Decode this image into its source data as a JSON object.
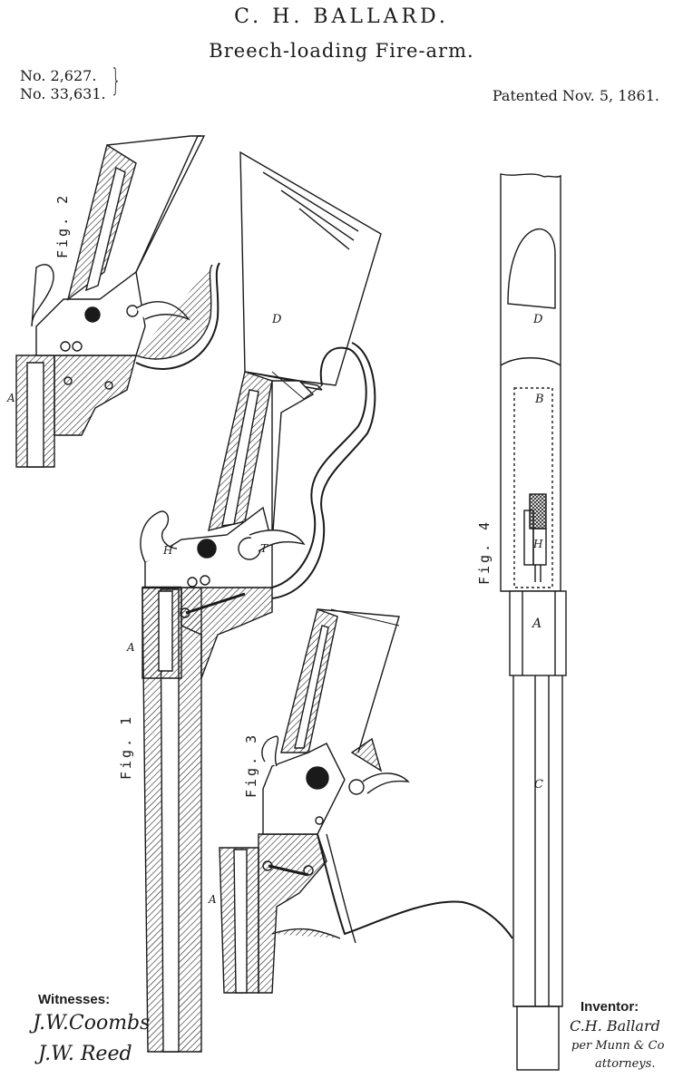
{
  "header": {
    "inventor": "C. H. BALLARD.",
    "title": "Breech-loading Fire-arm.",
    "patent_numbers": [
      "No.  2,627.",
      "No. 33,631."
    ],
    "date": "Patented Nov. 5, 1861."
  },
  "figures": {
    "fig1": "Fig. 1",
    "fig2": "Fig. 2",
    "fig3": "Fig. 3",
    "fig4": "Fig. 4"
  },
  "part_letters": {
    "A": "A",
    "B": "B",
    "C": "C",
    "D": "D",
    "H": "H",
    "T": "T"
  },
  "footer": {
    "witnesses_label": "Witnesses:",
    "witness_1": "J.W.Coombs",
    "witness_2": "J.W. Reed",
    "inventor_label": "Inventor:",
    "inventor_signature": "C.H. Ballard",
    "attorneys_line_1": "per Munn & Co",
    "attorneys_line_2": "attorneys."
  }
}
